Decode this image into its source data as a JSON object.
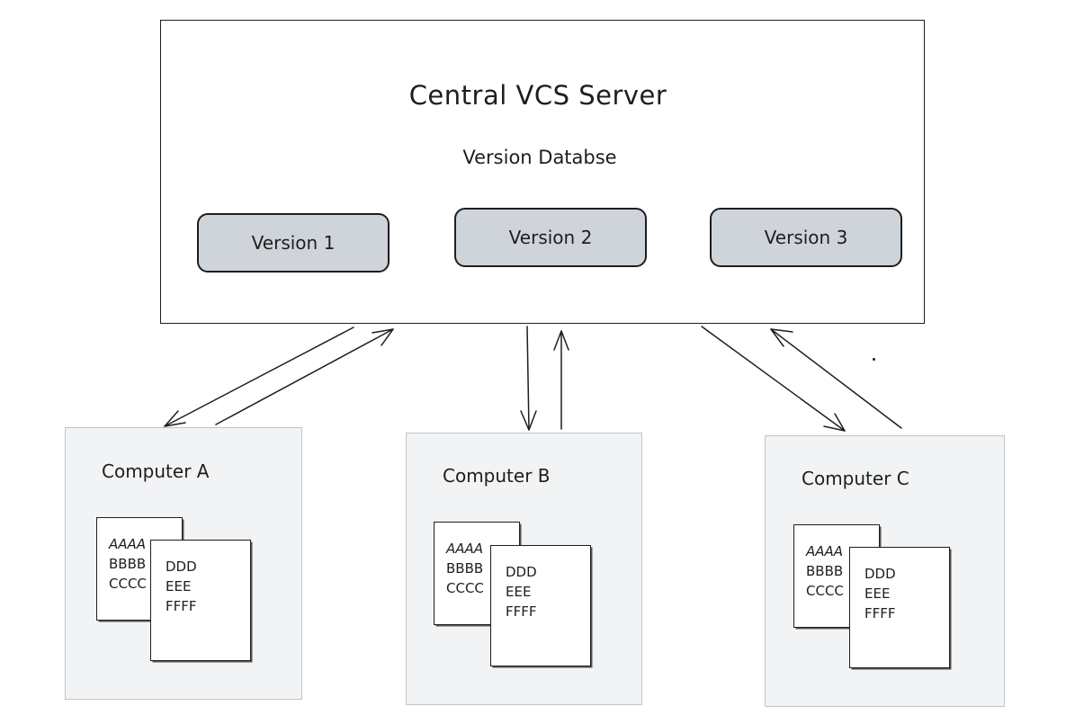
{
  "server": {
    "title": "Central VCS Server",
    "subtitle": "Version Databse",
    "versions": [
      {
        "label": "Version 1"
      },
      {
        "label": "Version 2"
      },
      {
        "label": "Version 3"
      }
    ]
  },
  "computers": [
    {
      "label": "Computer A",
      "doc_back": [
        "AAAA",
        "BBBB",
        "CCCC"
      ],
      "doc_front": [
        "DDD",
        "EEE",
        "FFFF"
      ]
    },
    {
      "label": "Computer B",
      "doc_back": [
        "AAAA",
        "BBBB",
        "CCCC"
      ],
      "doc_front": [
        "DDD",
        "EEE",
        "FFFF"
      ]
    },
    {
      "label": "Computer C",
      "doc_back": [
        "AAAA",
        "BBBB",
        "CCCC"
      ],
      "doc_front": [
        "DDD",
        "EEE",
        "FFFF"
      ]
    }
  ],
  "colors": {
    "stroke": "#1e1e1e",
    "version_fill": "#ced4da",
    "computer_fill": "#f1f3f5"
  }
}
